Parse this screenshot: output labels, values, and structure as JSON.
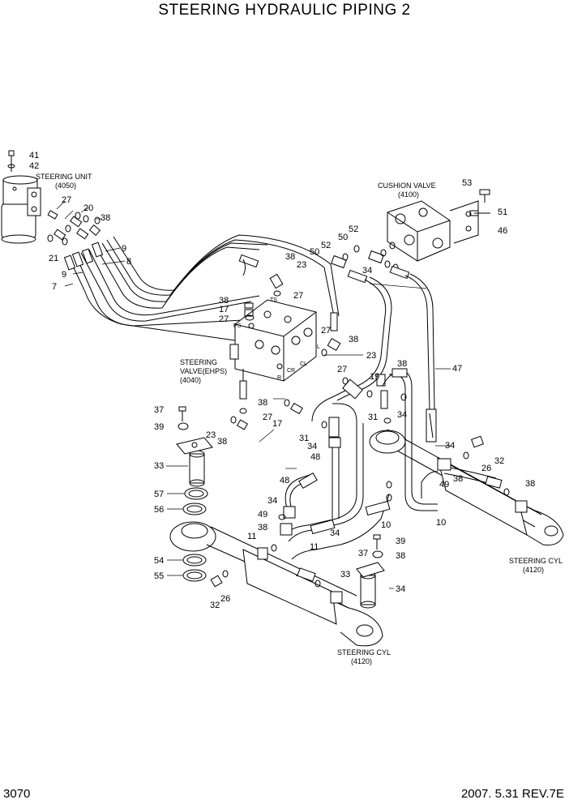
{
  "title": "STEERING HYDRAULIC PIPING 2",
  "page_number": "3070",
  "revision": "2007. 5.31  REV.7E",
  "component_labels": {
    "steering_unit": "STEERING UNIT",
    "steering_unit_code": "(4050)",
    "cushion_valve": "CUSHION VALVE",
    "cushion_valve_code": "(4100)",
    "steering_valve_1": "STEERING",
    "steering_valve_2": "VALVE(EHPS)",
    "steering_valve_code": "(4040)",
    "steering_cyl_right": "STEERING CYL",
    "steering_cyl_right_code": "(4120)",
    "steering_cyl_left": "STEERING CYL",
    "steering_cyl_left_code": "(4120)"
  },
  "port_labels": [
    "TS",
    "PS",
    "L",
    "CR",
    "CL",
    "R"
  ],
  "callouts": [
    "41",
    "42",
    "27",
    "20",
    "38",
    "21",
    "9",
    "8",
    "7",
    "9",
    "38",
    "23",
    "27",
    "38",
    "17",
    "27",
    "27",
    "38",
    "23",
    "53",
    "51",
    "46",
    "52",
    "50",
    "52",
    "50",
    "34",
    "47",
    "38",
    "27",
    "19",
    "31",
    "34",
    "34",
    "26",
    "32",
    "38",
    "49",
    "38",
    "10",
    "37",
    "39",
    "33",
    "57",
    "56",
    "54",
    "55",
    "32",
    "26",
    "38",
    "17",
    "27",
    "23",
    "38",
    "31",
    "34",
    "48",
    "48",
    "34",
    "49",
    "38",
    "11",
    "34",
    "11",
    "10",
    "37",
    "39",
    "38",
    "33",
    "34"
  ]
}
